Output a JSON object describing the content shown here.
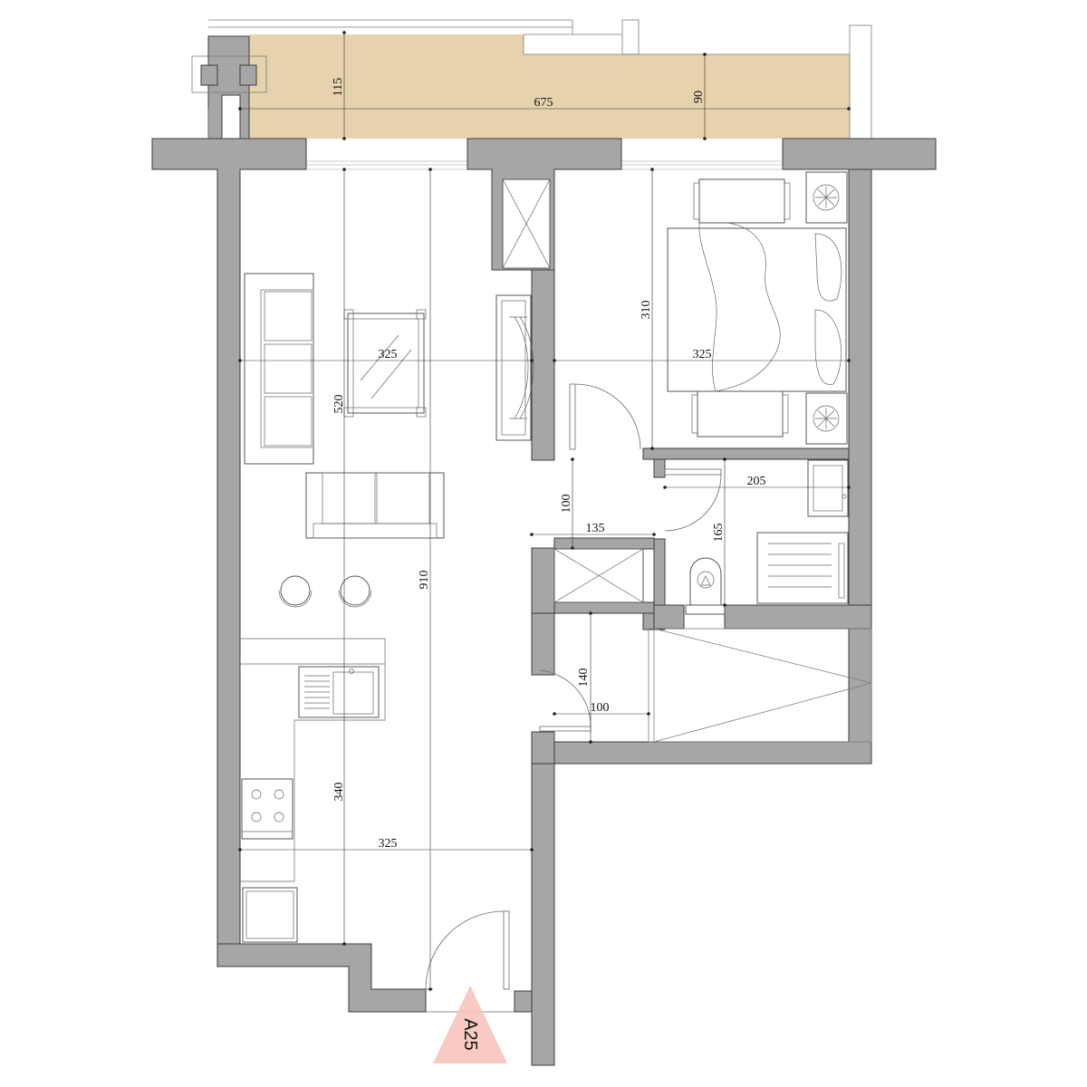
{
  "colors": {
    "wall": "#a6a6a6",
    "balcony": "#e6d3ae",
    "marker": "#f7c4bd"
  },
  "dimensions": {
    "balcony_depth": "115",
    "balcony_width": "675",
    "balcony_step": "90",
    "living_width": "325",
    "living_depth": "520",
    "total_length": "910",
    "kitchen_depth": "340",
    "kitchen_width": "325",
    "bedroom_width": "325",
    "bedroom_depth": "310",
    "hall_depth": "100",
    "hall_width": "135",
    "bath_width": "205",
    "bath_depth": "165",
    "closet_depth": "140",
    "closet_width": "100"
  },
  "marker": {
    "label": "A25"
  }
}
